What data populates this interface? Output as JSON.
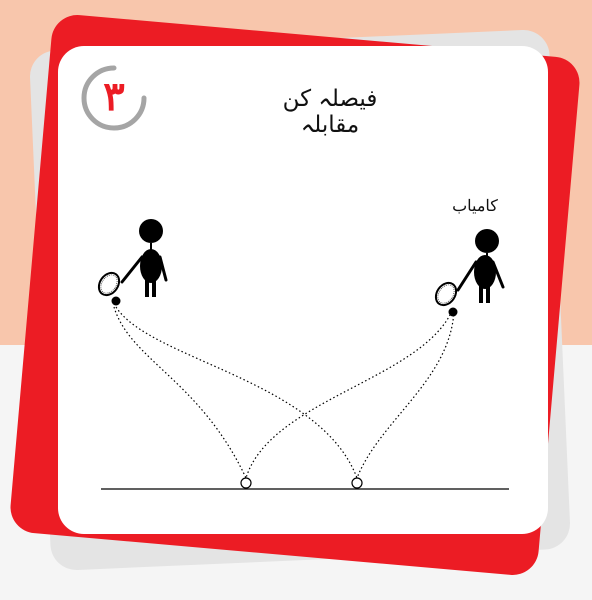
{
  "colors": {
    "background_top": "#f8c6ac",
    "background_bottom": "#f5f5f5",
    "card_gray": "#e4e4e4",
    "card_red": "#ec1c24",
    "card_white": "#ffffff",
    "badge_ring": "#a5a5a5",
    "badge_number": "#ec1c24",
    "ink": "#000000"
  },
  "badge": {
    "number": "٣"
  },
  "title": "فیصلہ کن مقابلہ",
  "winner_label": "کامیاب",
  "icons": [
    "player-left-icon",
    "player-right-icon",
    "racket-icon",
    "ball-icon"
  ]
}
